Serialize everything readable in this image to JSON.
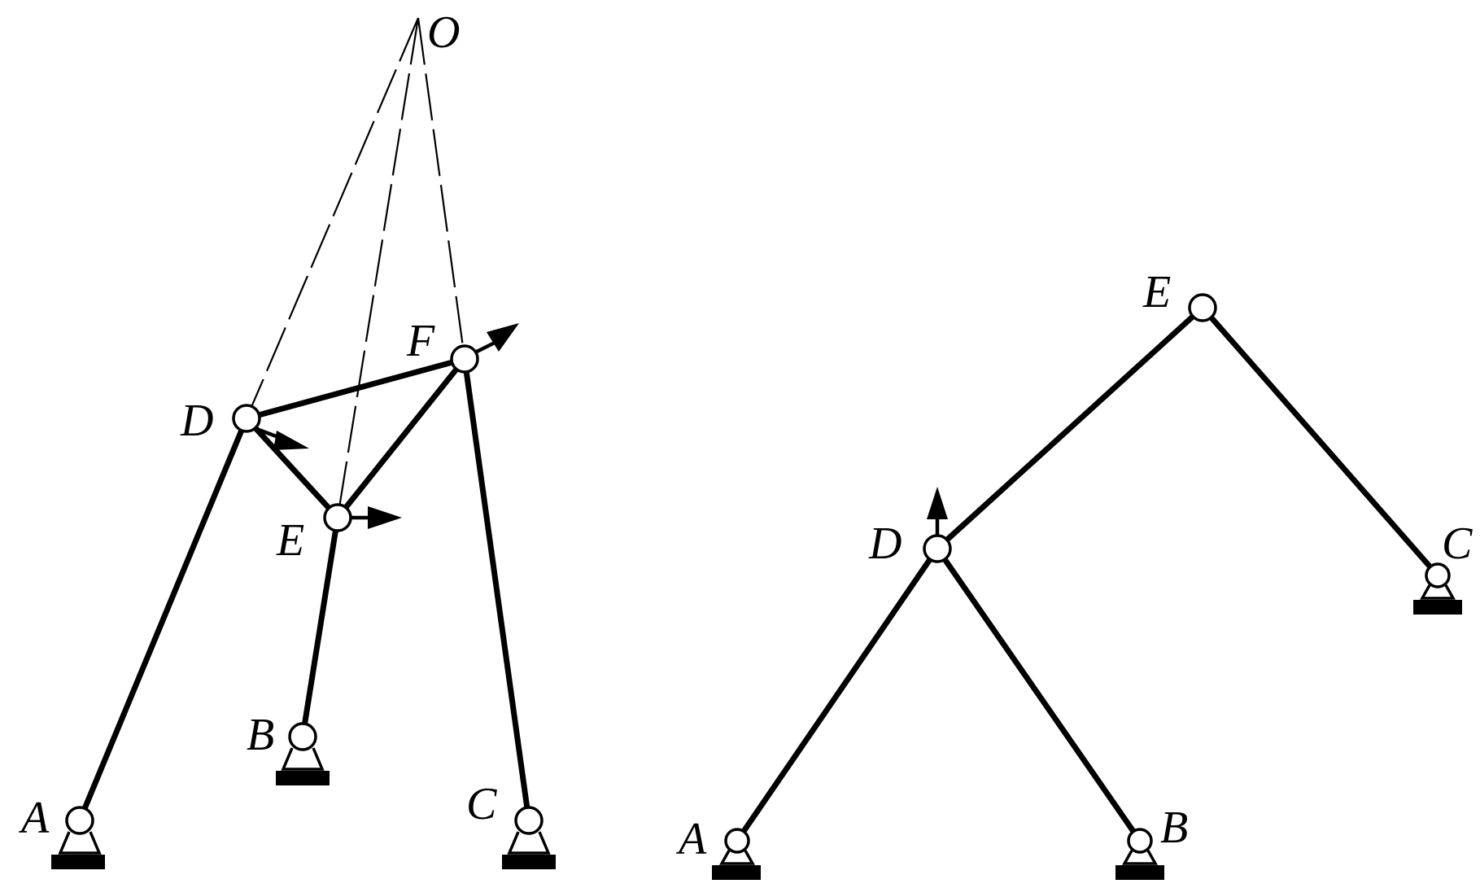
{
  "labels": {
    "left": {
      "O": "O",
      "F": "F",
      "D": "D",
      "E": "E",
      "B": "B",
      "A": "A",
      "C": "C"
    },
    "right": {
      "E": "E",
      "D": "D",
      "C": "C",
      "A": "A",
      "B": "B"
    }
  }
}
